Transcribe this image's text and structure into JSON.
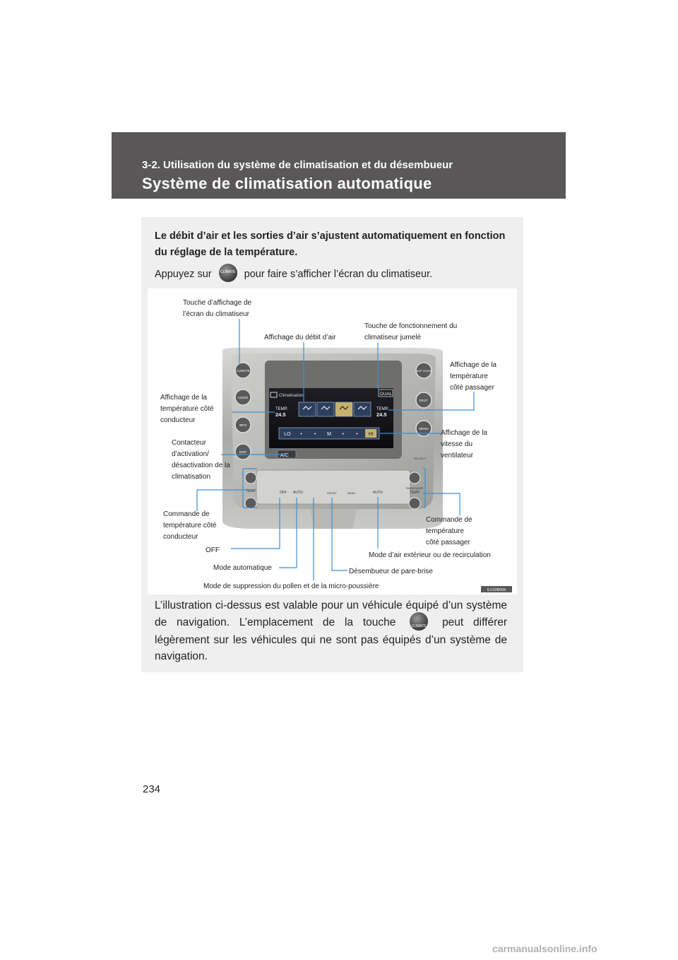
{
  "header": {
    "section": "3-2. Utilisation du système de climatisation et du désembueur",
    "title": "Système de climatisation automatique"
  },
  "intro": "Le débit d’air et les sorties d’air s’ajustent automatiquement en fonction du réglage de la température.",
  "press": {
    "before": "Appuyez sur",
    "after": "pour faire s’afficher l’écran du climatiseur.",
    "icon": "climate-key-icon",
    "icon_label": "CLIMATE"
  },
  "illustration": {
    "screen_title": "Climatisation",
    "temp_label": "TEMP.",
    "temp_left": "24.5",
    "temp_right": "24.5",
    "dual_label": "DUAL",
    "fan_levels": [
      "LO",
      "•",
      "•",
      "M",
      "•",
      "•",
      "HI"
    ],
    "ac_label": "A/C",
    "buttons_left": [
      "CLIMATE",
      "AUDIO",
      "INFO",
      "DISP"
    ],
    "buttons_right": [
      "MAP VOICE",
      "DEST",
      "MENU"
    ],
    "right_small": "SECURITY",
    "temp_left_knob": "TEMP",
    "temp_right_knob": "TEMP",
    "passenger_label": "PASSENGER",
    "bottom_off": "OFF",
    "bottom_auto": "AUTO",
    "bottom_auto2": "AUTO",
    "bottom_front": "FRONT",
    "bottom_rear": "REAR",
    "image_code": "ILV32B006"
  },
  "callouts": {
    "c1a": "Touche d’affichage de",
    "c1b": "l’écran du climatiseur",
    "c2": "Affichage du débit d’air",
    "c3a": "Touche de fonctionnement du",
    "c3b": "climatiseur jumelé",
    "c4a": "Affichage de la",
    "c4b": "température",
    "c4c": "côté passager",
    "c5a": "Affichage de la",
    "c5b": "température côté",
    "c5c": "conducteur",
    "c6a": "Affichage de la",
    "c6b": "vitesse du",
    "c6c": "ventilateur",
    "c7a": "Contacteur",
    "c7b": "d’activation/",
    "c7c": "désactivation de la",
    "c7d": "climatisation",
    "c8a": "Commande de",
    "c8b": "température côté",
    "c8c": "conducteur",
    "c9a": "Commande de",
    "c9b": "température",
    "c9c": "côté passager",
    "c10": "OFF",
    "c11": "Mode d’air extérieur ou de recirculation",
    "c12": "Mode automatique",
    "c13": "Désembueur de pare-brise",
    "c14": "Mode de suppression du pollen et de la micro-poussière"
  },
  "note": {
    "before": "L’illustration ci-dessus est valable pour un véhicule équipé d’un système de navigation. L’emplacement de la touche",
    "after": "peut différer légèrement sur les véhicules qui ne sont pas équipés d’un système de navigation."
  },
  "page_number": "234",
  "watermark": "carmanualsonline.info",
  "colors": {
    "header_bg": "#595757",
    "panel_bg": "#efefef",
    "leader": "#3c8fd6"
  }
}
